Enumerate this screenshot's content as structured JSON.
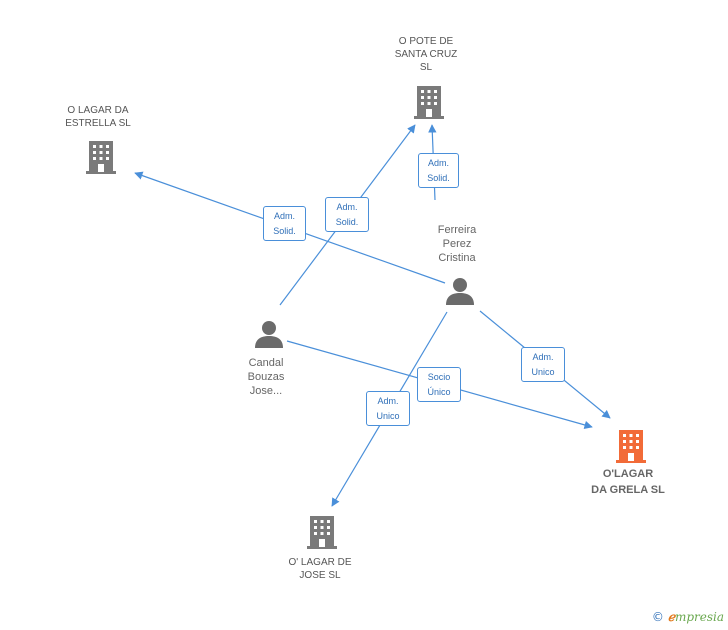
{
  "colors": {
    "edge": "#4a8fd9",
    "company": "#7a7a7a",
    "main_company": "#f26b38",
    "person": "#6b6b6b"
  },
  "nodes": {
    "o_pote": {
      "label": "O POTE DE\nSANTA CRUZ\nSL",
      "icon": "building-icon"
    },
    "o_lagar_estrella": {
      "label": "O LAGAR DA\nESTRELLA  SL",
      "icon": "building-icon"
    },
    "ferreira": {
      "label": "Ferreira\nPerez\nCristina",
      "icon": "person-icon"
    },
    "candal": {
      "label": "Candal\nBouzas\nJose...",
      "icon": "person-icon"
    },
    "olagar_grela": {
      "label": "O'LAGAR\nDA GRELA SL",
      "icon": "building-icon"
    },
    "olagar_jose": {
      "label": "O' LAGAR DE\nJOSE  SL",
      "icon": "building-icon"
    }
  },
  "edge_labels": {
    "ferreira_pote": "Adm.\nSolid.",
    "ferreira_estrella": "Adm.\nSolid.",
    "candal_pote": "Adm.\nSolid.",
    "ferreira_grela": "Adm.\nUnico",
    "candal_grela": "Socio\nÚnico",
    "ferreira_jose": "Adm.\nUnico"
  },
  "brand": {
    "copyright": "©",
    "e": "ℯ",
    "name": "mpresia"
  }
}
